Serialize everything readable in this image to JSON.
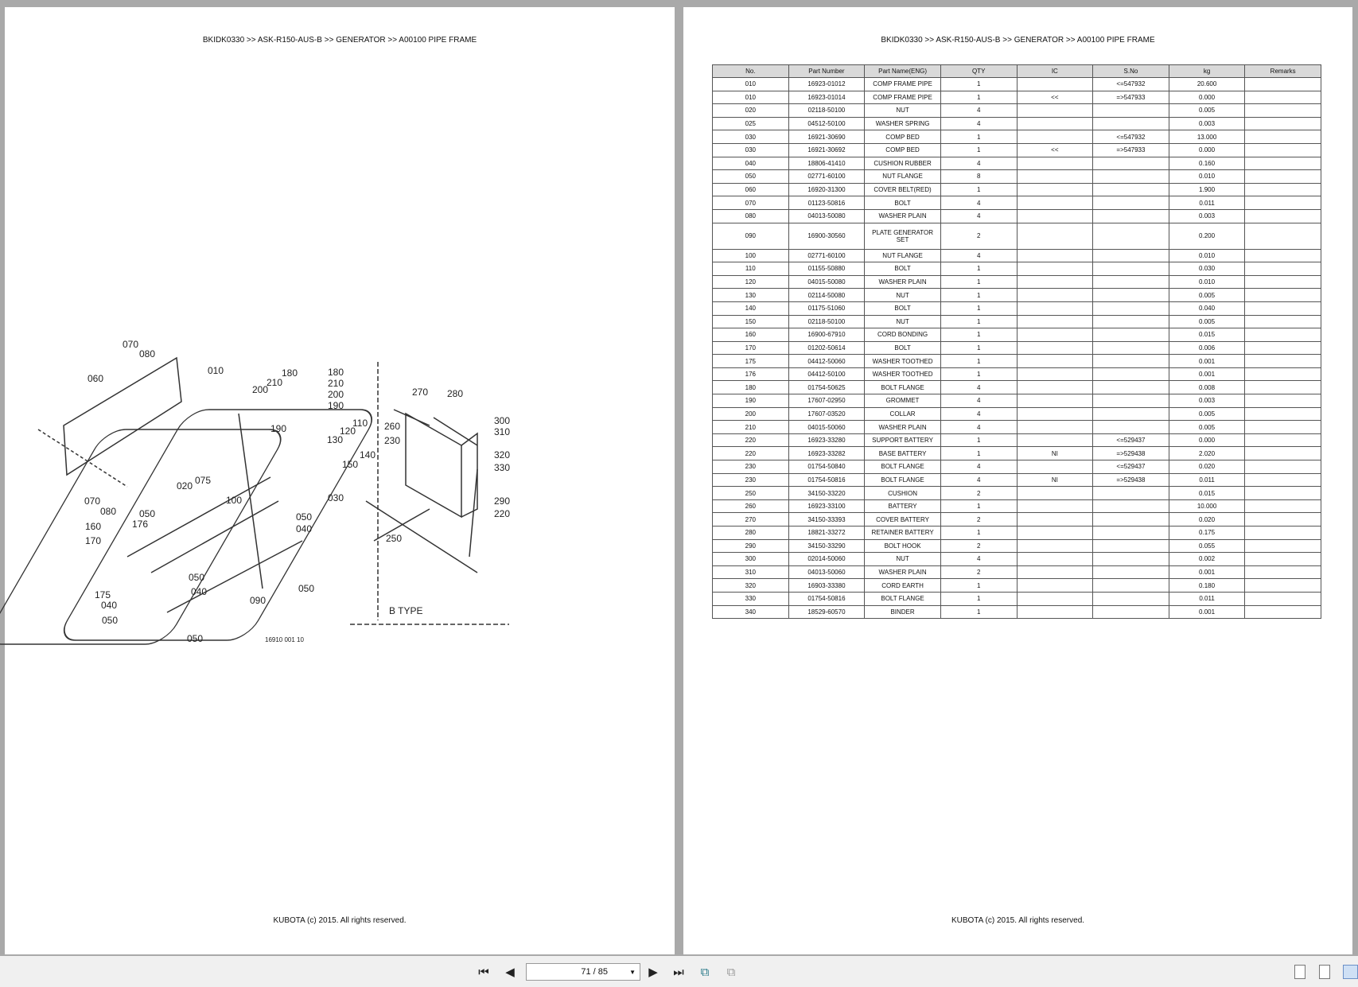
{
  "left_page": {
    "title": "BKIDK0330 >> ASK-R150-AUS-B >> GENERATOR >> A00100   PIPE FRAME",
    "footer": "KUBOTA (c) 2015. All rights reserved.",
    "diagram_callouts": [
      "070",
      "080",
      "060",
      "010",
      "180",
      "210",
      "200",
      "180",
      "210",
      "200",
      "190",
      "190",
      "110",
      "120",
      "130",
      "140",
      "150",
      "020",
      "075",
      "070",
      "080",
      "050",
      "176",
      "160",
      "170",
      "100",
      "030",
      "050",
      "040",
      "050",
      "040",
      "090",
      "050",
      "175",
      "040",
      "050",
      "050",
      "16910  001  10",
      "270",
      "280",
      "260",
      "230",
      "300",
      "310",
      "320",
      "330",
      "290",
      "220",
      "250",
      "B  TYPE"
    ]
  },
  "right_page": {
    "title": "BKIDK0330 >> ASK-R150-AUS-B >> GENERATOR >> A00100   PIPE FRAME",
    "footer": "KUBOTA (c) 2015. All rights reserved.",
    "columns": [
      "No.",
      "Part Number",
      "Part Name(ENG)",
      "QTY",
      "IC",
      "S.No",
      "kg",
      "Remarks"
    ],
    "rows": [
      [
        "010",
        "16923-01012",
        "COMP FRAME  PIPE",
        "1",
        "",
        "<=547932",
        "20.600",
        ""
      ],
      [
        "010",
        "16923-01014",
        "COMP FRAME  PIPE",
        "1",
        "<<",
        "=>547933",
        "0.000",
        ""
      ],
      [
        "020",
        "02118-50100",
        "NUT",
        "4",
        "",
        "",
        "0.005",
        ""
      ],
      [
        "025",
        "04512-50100",
        "WASHER SPRING",
        "4",
        "",
        "",
        "0.003",
        ""
      ],
      [
        "030",
        "16921-30690",
        "COMP BED",
        "1",
        "",
        "<=547932",
        "13.000",
        ""
      ],
      [
        "030",
        "16921-30692",
        "COMP BED",
        "1",
        "<<",
        "=>547933",
        "0.000",
        ""
      ],
      [
        "040",
        "18806-41410",
        "CUSHION RUBBER",
        "4",
        "",
        "",
        "0.160",
        ""
      ],
      [
        "050",
        "02771-60100",
        "NUT FLANGE",
        "8",
        "",
        "",
        "0.010",
        ""
      ],
      [
        "060",
        "16920-31300",
        "COVER BELT(RED)",
        "1",
        "",
        "",
        "1.900",
        ""
      ],
      [
        "070",
        "01123-50816",
        "BOLT",
        "4",
        "",
        "",
        "0.011",
        ""
      ],
      [
        "080",
        "04013-50080",
        "WASHER PLAIN",
        "4",
        "",
        "",
        "0.003",
        ""
      ],
      [
        "090",
        "16900-30560",
        "PLATE GENERATOR SET",
        "2",
        "",
        "",
        "0.200",
        ""
      ],
      [
        "100",
        "02771-60100",
        "NUT FLANGE",
        "4",
        "",
        "",
        "0.010",
        ""
      ],
      [
        "110",
        "01155-50880",
        "BOLT",
        "1",
        "",
        "",
        "0.030",
        ""
      ],
      [
        "120",
        "04015-50080",
        "WASHER PLAIN",
        "1",
        "",
        "",
        "0.010",
        ""
      ],
      [
        "130",
        "02114-50080",
        "NUT",
        "1",
        "",
        "",
        "0.005",
        ""
      ],
      [
        "140",
        "01175-51060",
        "BOLT",
        "1",
        "",
        "",
        "0.040",
        ""
      ],
      [
        "150",
        "02118-50100",
        "NUT",
        "1",
        "",
        "",
        "0.005",
        ""
      ],
      [
        "160",
        "16900-67910",
        "CORD BONDING",
        "1",
        "",
        "",
        "0.015",
        ""
      ],
      [
        "170",
        "01202-50614",
        "BOLT",
        "1",
        "",
        "",
        "0.006",
        ""
      ],
      [
        "175",
        "04412-50060",
        "WASHER TOOTHED",
        "1",
        "",
        "",
        "0.001",
        ""
      ],
      [
        "176",
        "04412-50100",
        "WASHER TOOTHED",
        "1",
        "",
        "",
        "0.001",
        ""
      ],
      [
        "180",
        "01754-50625",
        "BOLT FLANGE",
        "4",
        "",
        "",
        "0.008",
        ""
      ],
      [
        "190",
        "17607-02950",
        "GROMMET",
        "4",
        "",
        "",
        "0.003",
        ""
      ],
      [
        "200",
        "17607-03520",
        "COLLAR",
        "4",
        "",
        "",
        "0.005",
        ""
      ],
      [
        "210",
        "04015-50060",
        "WASHER PLAIN",
        "4",
        "",
        "",
        "0.005",
        ""
      ],
      [
        "220",
        "16923-33280",
        "SUPPORT BATTERY",
        "1",
        "",
        "<=529437",
        "0.000",
        ""
      ],
      [
        "220",
        "16923-33282",
        "BASE  BATTERY",
        "1",
        "NI",
        "=>529438",
        "2.020",
        ""
      ],
      [
        "230",
        "01754-50840",
        "BOLT FLANGE",
        "4",
        "",
        "<=529437",
        "0.020",
        ""
      ],
      [
        "230",
        "01754-50816",
        "BOLT FLANGE",
        "4",
        "NI",
        "=>529438",
        "0.011",
        ""
      ],
      [
        "250",
        "34150-33220",
        "CUSHION",
        "2",
        "",
        "",
        "0.015",
        ""
      ],
      [
        "260",
        "16923-33100",
        "BATTERY",
        "1",
        "",
        "",
        "10.000",
        ""
      ],
      [
        "270",
        "34150-33393",
        "COVER BATTERY",
        "2",
        "",
        "",
        "0.020",
        ""
      ],
      [
        "280",
        "18821-33272",
        "RETAINER BATTERY",
        "1",
        "",
        "",
        "0.175",
        ""
      ],
      [
        "290",
        "34150-33290",
        "BOLT HOOK",
        "2",
        "",
        "",
        "0.055",
        ""
      ],
      [
        "300",
        "02014-50060",
        "NUT",
        "4",
        "",
        "",
        "0.002",
        ""
      ],
      [
        "310",
        "04013-50060",
        "WASHER PLAIN",
        "2",
        "",
        "",
        "0.001",
        ""
      ],
      [
        "320",
        "16903-33380",
        "CORD EARTH",
        "1",
        "",
        "",
        "0.180",
        ""
      ],
      [
        "330",
        "01754-50816",
        "BOLT FLANGE",
        "1",
        "",
        "",
        "0.011",
        ""
      ],
      [
        "340",
        "18529-60570",
        "BINDER",
        "1",
        "",
        "",
        "0.001",
        ""
      ]
    ]
  },
  "toolbar": {
    "page_indicator": "71 / 85",
    "current_page": 71,
    "total_pages": 85,
    "active_view": "two-page",
    "icons": [
      "first-page-icon",
      "previous-page-icon",
      "next-page-icon",
      "last-page-icon",
      "rotate-left-icon",
      "rotate-right-icon",
      "single-page-view-icon",
      "continuous-view-icon",
      "two-page-view-icon"
    ]
  }
}
